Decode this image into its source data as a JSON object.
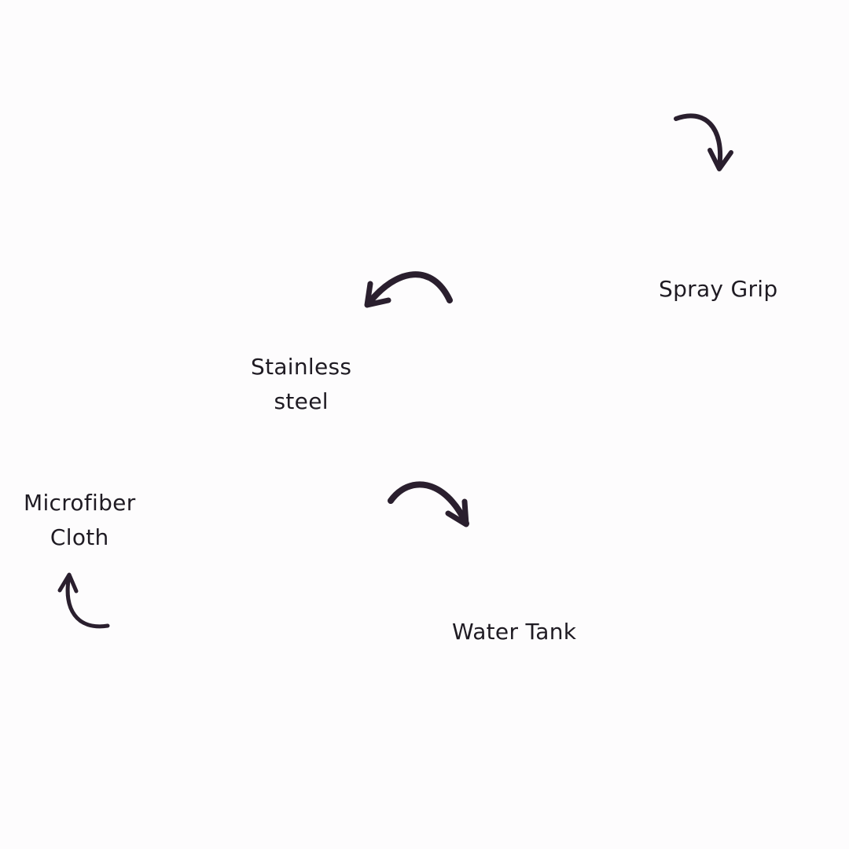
{
  "labels": {
    "spray_grip": "Spray Grip",
    "stainless_line1": "Stainless",
    "stainless_line2": "steel",
    "microfiber_line1": "Microfiber",
    "microfiber_line2": "Cloth",
    "water_tank": "Water Tank"
  },
  "colors": {
    "background": "#fdfcfd",
    "text": "#1f1b23",
    "arrow": "#2a1f2e"
  },
  "icons": {
    "arrow": "curved-arrow-icon"
  }
}
